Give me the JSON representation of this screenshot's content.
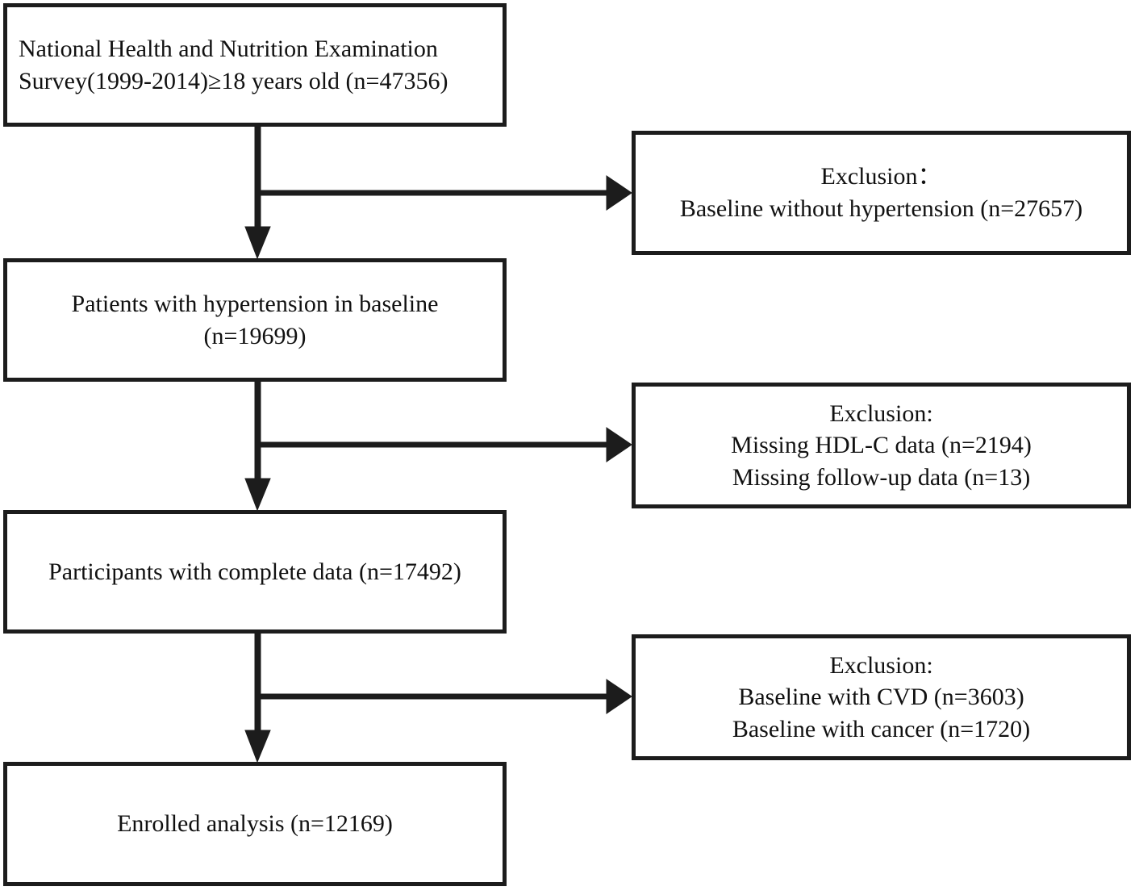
{
  "diagram": {
    "title": "Study participant selection flowchart",
    "type": "flowchart",
    "line_color": "#1c1c1c",
    "background_color": "#ffffff",
    "text_color": "#111111"
  },
  "nodes": [
    {
      "id": "source-population",
      "text": "National Health and Nutrition Examination\nSurvey(1999-2014)≥18 years old (n=47356)",
      "align": "left",
      "n": 47356
    },
    {
      "id": "hypertension-baseline",
      "text": "Patients with hypertension in baseline\n(n=19699)",
      "align": "center",
      "n": 19699
    },
    {
      "id": "complete-data",
      "text": "Participants with complete data (n=17492)",
      "align": "center",
      "n": 17492
    },
    {
      "id": "enrolled-analysis",
      "text": "Enrolled analysis (n=12169)",
      "align": "center",
      "n": 12169
    }
  ],
  "exclusions": [
    {
      "id": "exclusion-1",
      "text": "Exclusion：\nBaseline without hypertension (n=27657)",
      "heading": "Exclusion：",
      "items": [
        {
          "label": "Baseline without hypertension",
          "n": 27657
        }
      ]
    },
    {
      "id": "exclusion-2",
      "text": "Exclusion:\nMissing HDL-C data (n=2194)\nMissing follow-up data (n=13)",
      "heading": "Exclusion:",
      "items": [
        {
          "label": "Missing HDL-C data",
          "n": 2194
        },
        {
          "label": "Missing follow-up data",
          "n": 13
        }
      ]
    },
    {
      "id": "exclusion-3",
      "text": "Exclusion:\nBaseline with CVD (n=3603)\nBaseline with cancer (n=1720)",
      "heading": "Exclusion:",
      "items": [
        {
          "label": "Baseline with CVD",
          "n": 3603
        },
        {
          "label": "Baseline with cancer",
          "n": 1720
        }
      ]
    }
  ]
}
